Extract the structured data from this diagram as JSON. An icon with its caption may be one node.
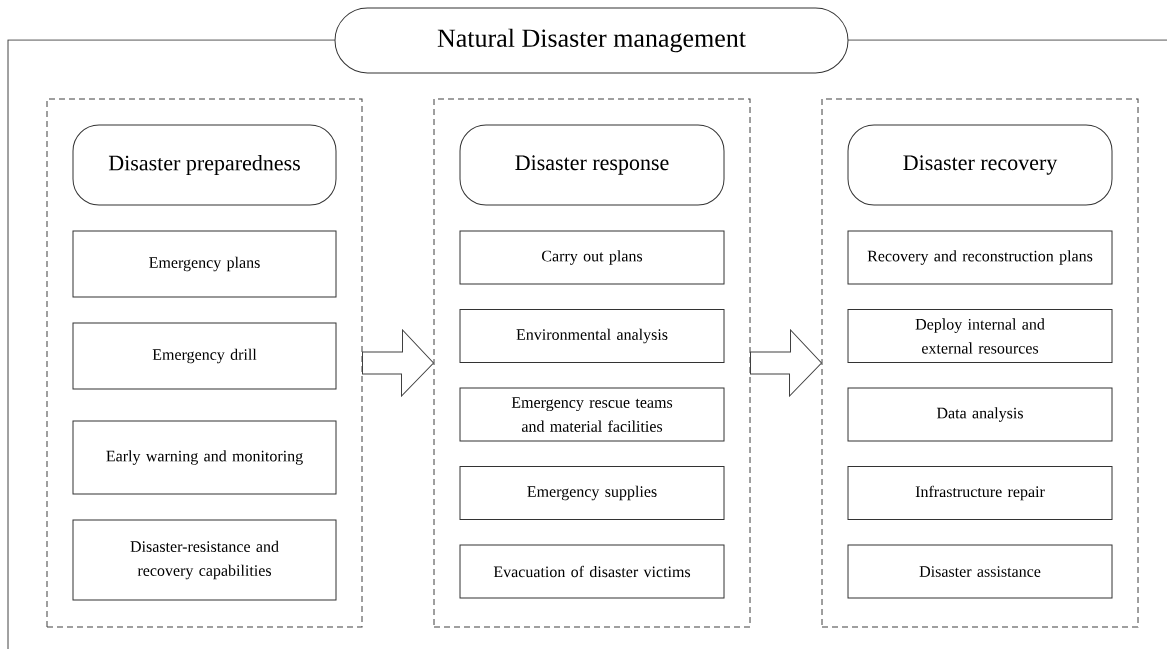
{
  "diagram": {
    "title": "Natural Disaster management",
    "nodes": [
      {
        "text": [],
        "shape": "box"
      },
      {
        "text": [
          "Disaster preparedness"
        ],
        "in": 0
      },
      {
        "text": [
          "Emergency plans"
        ],
        "in": 0
      },
      {
        "text": [
          "Emergency drill"
        ],
        "in": 0
      },
      {
        "text": [
          "Early warning and monitoring"
        ],
        "in": 0
      },
      {
        "text": [
          "Disaster-resistance and recovery capabilities"
        ],
        "in": 0
      },
      {
        "text": [],
        "shape": "box"
      },
      {
        "text": [
          "Disaster response"
        ],
        "in": 6
      },
      {
        "text": [
          "Carry out plans"
        ],
        "in": 6
      },
      {
        "text": [
          "Environmental analysis"
        ],
        "in": 6
      },
      {
        "text": [
          "Emergency rescue teams and material facilities"
        ],
        "in": 6
      },
      {
        "text": [
          "Emergency supplies"
        ],
        "in": 6
      },
      {
        "text": [
          "Evacuation of disaster victims"
        ],
        "in": 6
      },
      {
        "text": [],
        "shape": "box"
      },
      {
        "text": [
          "Disaster recovery"
        ],
        "in": 13
      },
      {
        "text": [
          "Recovery and reconstruction plans"
        ],
        "in": 13
      },
      {
        "text": [
          "Deploy internal and external resources"
        ],
        "in": 13
      },
      {
        "text": [
          "Data analysis"
        ],
        "in": 13
      },
      {
        "text": [
          "Infrastructure repair"
        ],
        "in": 13
      },
      {
        "text": [
          "Disaster assistance"
        ],
        "in": 13
      }
    ],
    "edges": [
      {
        "from": 0,
        "to": 6,
        "arrow": "to"
      },
      {
        "from": 6,
        "to": 13,
        "arrow": "to"
      }
    ]
  }
}
